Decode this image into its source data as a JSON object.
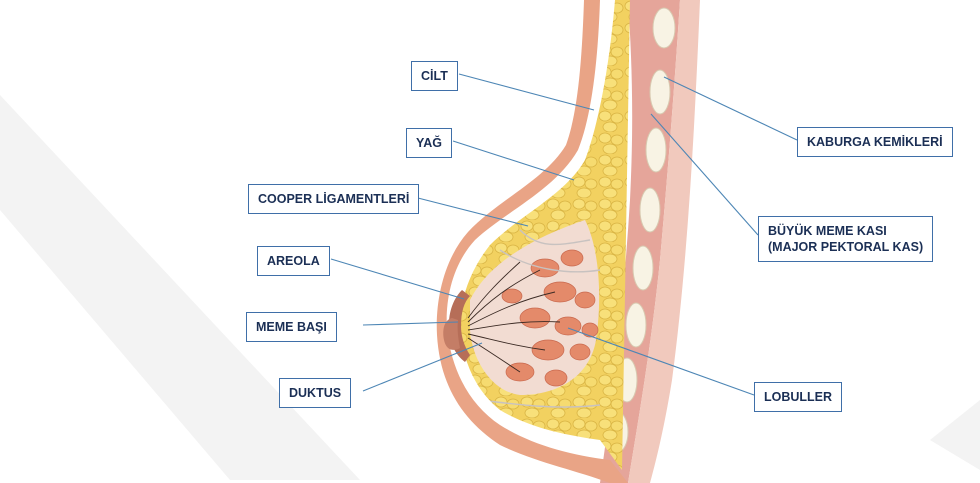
{
  "labels": {
    "cilt": "CİLT",
    "yag": "YAĞ",
    "cooper": "COOPER LİGAMENTLERİ",
    "areola": "AREOLA",
    "meme_basi": "MEME BAŞI",
    "duktus": "DUKTUS",
    "kaburga": "KABURGA KEMİKLERİ",
    "buyuk_meme_kasi_line1": "BÜYÜK MEME KASI",
    "buyuk_meme_kasi_line2": "(MAJOR PEKTORAL KAS)",
    "lobuller": "LOBULLER"
  },
  "colors": {
    "label_border": "#3f6fa8",
    "label_text": "#1b2f55",
    "leader_line": "#4d86b5",
    "skin": "#e9a384",
    "fat": "#f4d463",
    "muscle": "#e7a69b",
    "rib": "#f7f2e3",
    "lobule": "#e48a6a"
  },
  "icons": {
    "illustration": "breast-anatomy-cross-section",
    "watermark": "faint-diagonal-watermark"
  }
}
